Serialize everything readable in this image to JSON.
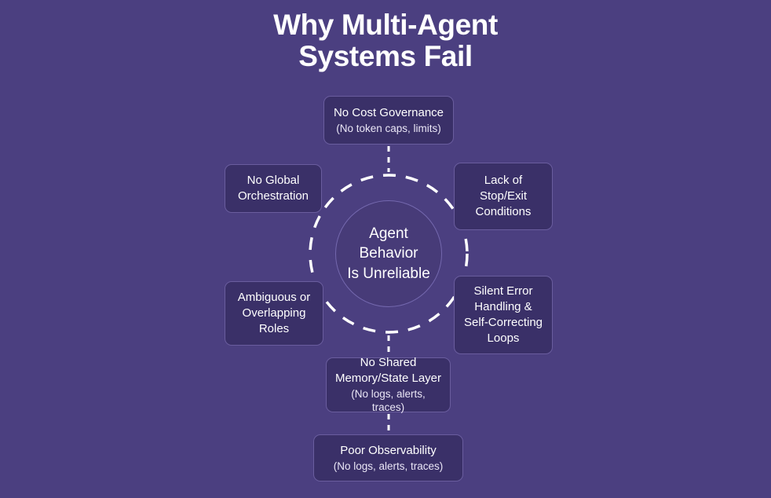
{
  "title": "Why Multi-Agent\nSystems Fail",
  "colors": {
    "background": "#4b3f80",
    "node_fill": "#3a3068",
    "node_border": "#6a5d9e",
    "hub_fill": "#473b78",
    "hub_border": "#7468ae",
    "ring_stroke": "#ffffff",
    "text": "#ffffff"
  },
  "hub": {
    "label": "Agent\nBehavior\nIs Unreliable",
    "ring_style": "dashed"
  },
  "nodes": [
    {
      "id": "no-cost-governance",
      "title": "No Cost Governance",
      "subtitle": "(No token caps, limits)",
      "position": "top"
    },
    {
      "id": "no-global-orchestration",
      "title": "No Global\nOrchestration",
      "subtitle": "",
      "position": "top-left"
    },
    {
      "id": "lack-of-stop-exit-conditions",
      "title": "Lack of\nStop/Exit\nConditions",
      "subtitle": "",
      "position": "top-right"
    },
    {
      "id": "ambiguous-or-overlapping-roles",
      "title": "Ambiguous or\nOverlapping\nRoles",
      "subtitle": "",
      "position": "bottom-left"
    },
    {
      "id": "silent-error-handling",
      "title": "Silent Error\nHandling &\nSelf-Correcting\nLoops",
      "subtitle": "",
      "position": "bottom-right"
    },
    {
      "id": "no-shared-memory-state-layer",
      "title": "No Shared\nMemory/State Layer",
      "subtitle": "(No logs, alerts, traces)",
      "position": "bottom"
    },
    {
      "id": "poor-observability",
      "title": "Poor Observability",
      "subtitle": "(No logs, alerts, traces)",
      "position": "bottom-outer"
    }
  ]
}
